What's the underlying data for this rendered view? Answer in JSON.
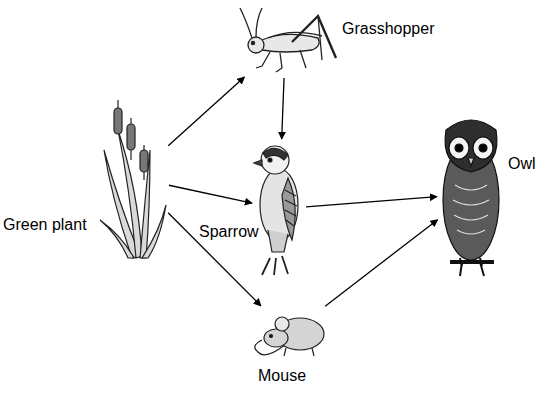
{
  "diagram": {
    "nodes": [
      {
        "text": [
          "Grasshopper"
        ]
      },
      {
        "text": [
          "Green plant"
        ]
      },
      {
        "text": [
          "Sparrow"
        ]
      },
      {
        "text": [
          "Owl"
        ]
      },
      {
        "text": [
          "Mouse"
        ]
      }
    ],
    "edges": [
      {
        "from": 1,
        "to": 0,
        "arrow": "to"
      },
      {
        "from": 1,
        "to": 2,
        "arrow": "to"
      },
      {
        "from": 1,
        "to": 4,
        "arrow": "to"
      },
      {
        "from": 0,
        "to": 2,
        "arrow": "to"
      },
      {
        "from": 2,
        "to": 3,
        "arrow": "to"
      },
      {
        "from": 4,
        "to": 3,
        "arrow": "to"
      }
    ]
  }
}
